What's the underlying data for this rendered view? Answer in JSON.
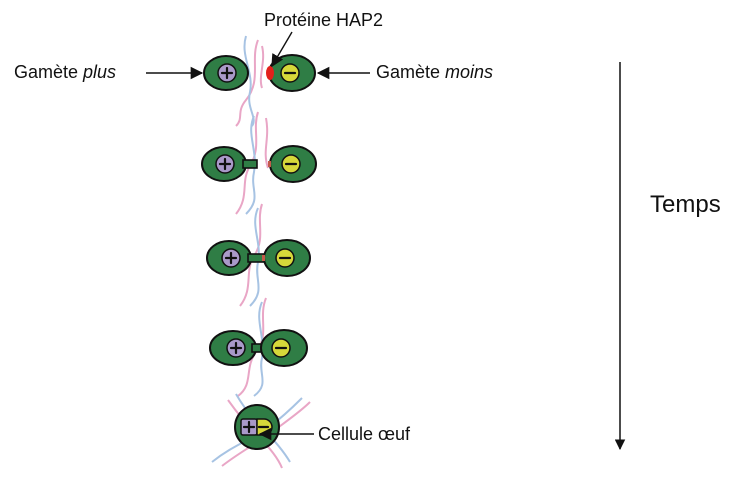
{
  "labels": {
    "protein": "Protéine HAP2",
    "plus_prefix": "Gamète ",
    "plus_italic": "plus",
    "minus_prefix": "Gamète ",
    "minus_italic": "moins",
    "time": "Temps",
    "zygote": "Cellule œuf"
  },
  "symbols": {
    "plus": "+",
    "minus": "−"
  },
  "colors": {
    "cell": "#2f7d45",
    "nucleus_plus": "#a999c9",
    "nucleus_minus": "#d6d83a",
    "hap2": "#e3201b",
    "flagellum_pink": "#e9a6c6",
    "flagellum_blue": "#a7c3e3"
  },
  "stages": [
    {
      "name": "initial-contact"
    },
    {
      "name": "tube-forming"
    },
    {
      "name": "tube-extending"
    },
    {
      "name": "tube-connected"
    },
    {
      "name": "zygote"
    }
  ]
}
